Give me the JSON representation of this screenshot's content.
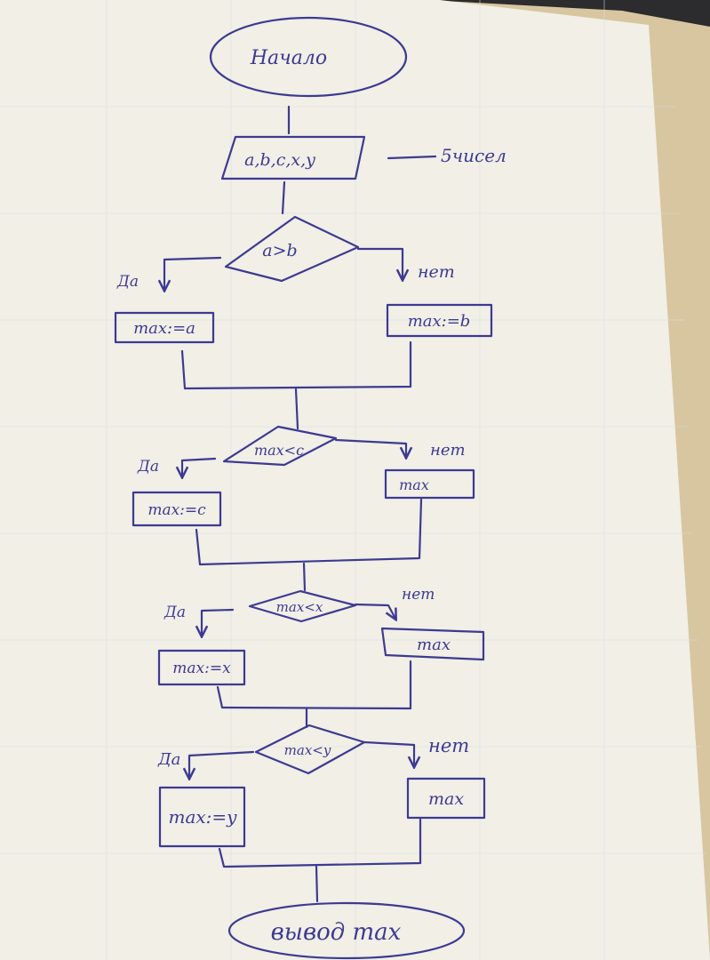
{
  "colors": {
    "ink": "#3d3a92",
    "paper": "#f1efe6",
    "table": "#d9c7a2",
    "dark_corner": "#2c2b2d"
  },
  "flowchart": {
    "start": "Начало",
    "input": "a,b,c,x,y",
    "input_note": "5чисел",
    "yes_label": "Да",
    "no_label": "нет",
    "decision_1": "a>b",
    "yes_1": "max:=a",
    "no_1": "max:=b",
    "decision_2": "max<c",
    "yes_2": "max:=c",
    "no_2": "max",
    "decision_3": "max<x",
    "yes_3": "max:=x",
    "no_3": "max",
    "decision_4": "max<y",
    "yes_4": "max:=y",
    "no_4": "max",
    "end": "вывод max"
  }
}
